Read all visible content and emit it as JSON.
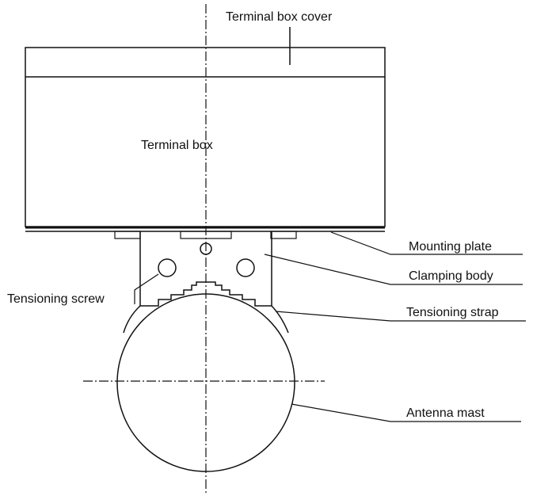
{
  "diagram": {
    "labels": {
      "terminal_box_cover": "Terminal box cover",
      "terminal_box": "Terminal box",
      "mounting_plate": "Mounting plate",
      "clamping_body": "Clamping body",
      "tensioning_screw": "Tensioning screw",
      "tensioning_strap": "Tensioning strap",
      "antenna_mast": "Antenna mast"
    },
    "colors": {
      "stroke": "#111111",
      "background": "#ffffff"
    }
  }
}
